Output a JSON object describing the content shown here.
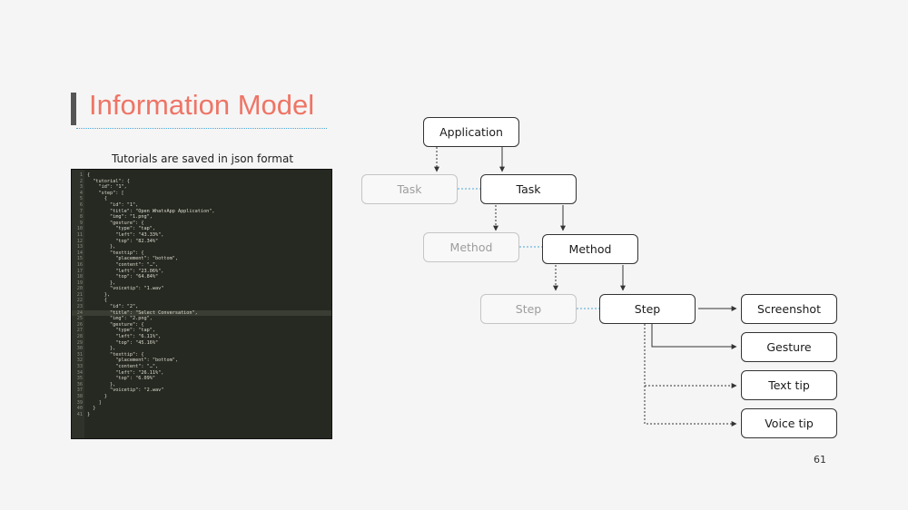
{
  "slide": {
    "title": "Information Model",
    "caption": "Tutorials are saved in json format",
    "page_number": "61"
  },
  "code_lines": [
    "{",
    "  \"tutorial\": {",
    "    \"id\": \"1\",",
    "    \"step\": [",
    "      {",
    "        \"id\": \"1\",",
    "        \"title\": \"Open WhatsApp Application\",",
    "        \"img\": \"1.png\",",
    "        \"gesture\": {",
    "          \"type\": \"tap\",",
    "          \"left\": \"43.33%\",",
    "          \"top\": \"82.34%\"",
    "        },",
    "        \"texttip\": {",
    "          \"placement\": \"bottom\",",
    "          \"content\": \"…\",",
    "          \"left\": \"23.06%\",",
    "          \"top\": \"64.84%\"",
    "        },",
    "        \"voicetip\": \"1.wav\"",
    "      },",
    "      {",
    "        \"id\": \"2\",",
    "        \"title\": \"Select Conversation\",",
    "        \"img\": \"2.png\",",
    "        \"gesture\": {",
    "          \"type\": \"tap\",",
    "          \"left\": \"6.11%\",",
    "          \"top\": \"45.16%\"",
    "        },",
    "        \"texttip\": {",
    "          \"placement\": \"bottom\",",
    "          \"content\": \"…\",",
    "          \"left\": \"26.11%\",",
    "          \"top\": \"6.09%\"",
    "        },",
    "        \"voicetip\": \"2.wav\"",
    "      }",
    "    ]",
    "  }",
    "}"
  ],
  "nodes": {
    "application": "Application",
    "task_faded": "Task",
    "task": "Task",
    "method_faded": "Method",
    "method": "Method",
    "step_faded": "Step",
    "step": "Step",
    "screenshot": "Screenshot",
    "gesture": "Gesture",
    "text_tip": "Text tip",
    "voice_tip": "Voice tip"
  },
  "colors": {
    "title": "#ee7566",
    "link": "#4aa6d8",
    "code_bg": "#262921"
  }
}
